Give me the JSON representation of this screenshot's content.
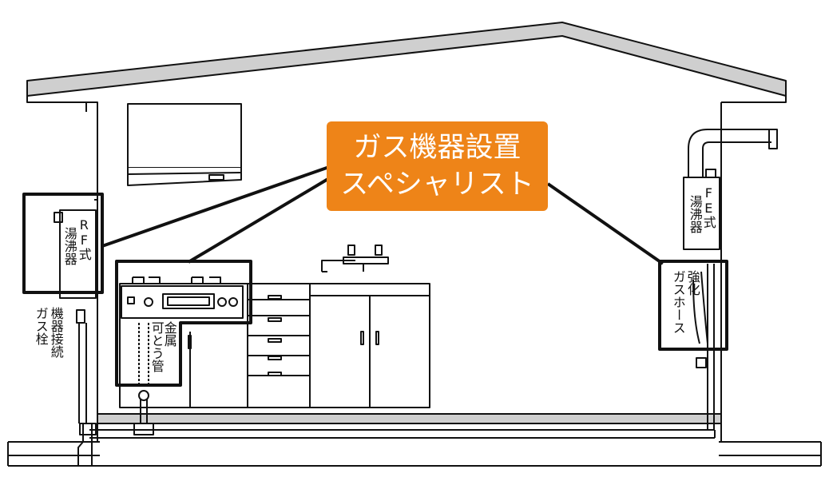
{
  "banner": {
    "line1": "ガス機器設置",
    "line2": "スペシャリスト",
    "color": "#ee8418"
  },
  "labels": {
    "rf_heater": [
      "RF式",
      "湯沸器"
    ],
    "fe_heater": [
      "FE式",
      "湯沸器"
    ],
    "gas_cock": [
      "機器接続",
      "ガス栓"
    ],
    "metal_hose": [
      "金属",
      "可とう管"
    ],
    "gas_hose": [
      "強化",
      "ガスホース"
    ]
  },
  "colors": {
    "line": "#111111",
    "wall_fill": "#cfcfcf",
    "background": "#ffffff"
  }
}
